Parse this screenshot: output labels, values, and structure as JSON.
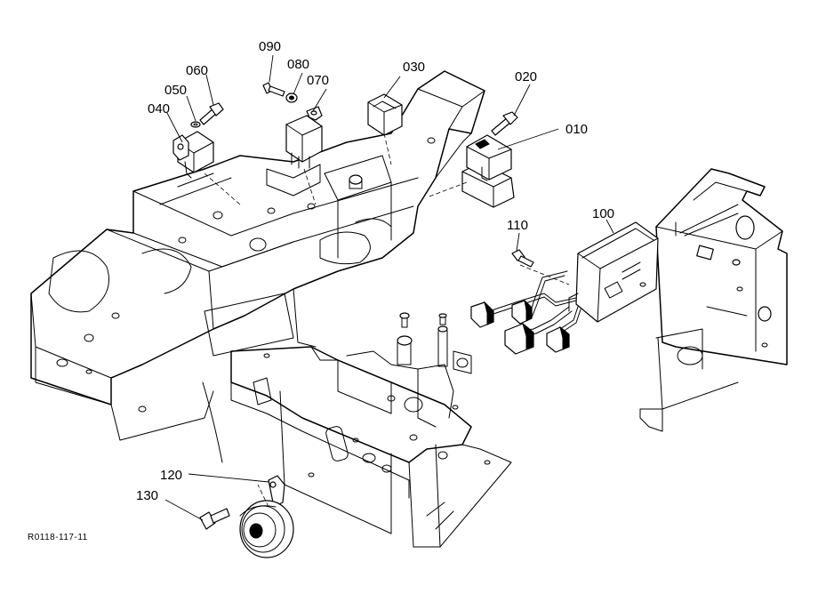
{
  "parts": [
    {
      "id": "p010",
      "label": "010",
      "icon": "relay-unit-icon"
    },
    {
      "id": "p020",
      "label": "020",
      "icon": "bolt-icon"
    },
    {
      "id": "p030",
      "label": "030",
      "icon": "connector-cap-icon"
    },
    {
      "id": "p040",
      "label": "040",
      "icon": "relay-icon"
    },
    {
      "id": "p050",
      "label": "050",
      "icon": "washer-icon"
    },
    {
      "id": "p060",
      "label": "060",
      "icon": "bolt-icon"
    },
    {
      "id": "p070",
      "label": "070",
      "icon": "relay-icon"
    },
    {
      "id": "p080",
      "label": "080",
      "icon": "washer-icon"
    },
    {
      "id": "p090",
      "label": "090",
      "icon": "bolt-icon"
    },
    {
      "id": "p100",
      "label": "100",
      "icon": "controller-harness-icon"
    },
    {
      "id": "p110",
      "label": "110",
      "icon": "bolt-icon"
    },
    {
      "id": "p120",
      "label": "120",
      "icon": "horn-icon"
    },
    {
      "id": "p130",
      "label": "130",
      "icon": "bolt-icon"
    }
  ],
  "reference_code": "R0118-117-11"
}
